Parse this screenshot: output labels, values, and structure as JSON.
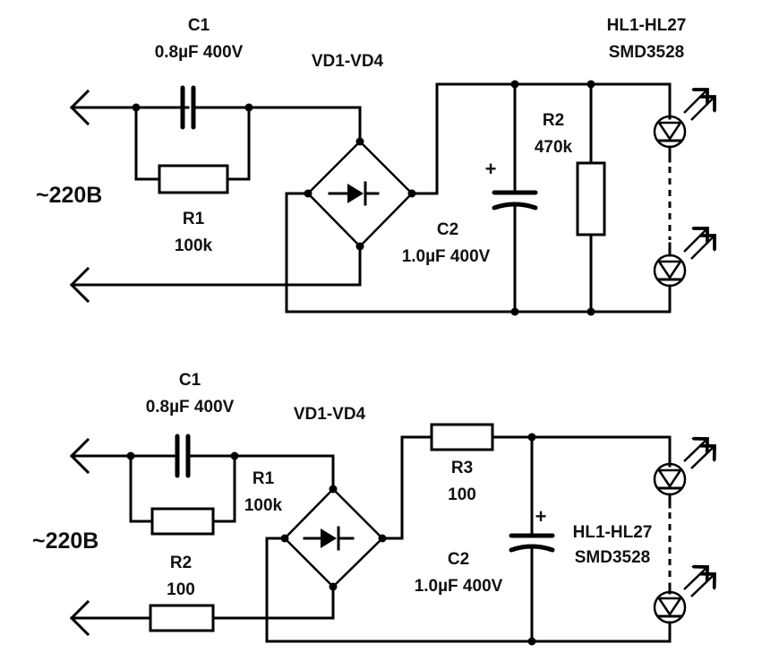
{
  "circuit_top": {
    "c1_name": "C1",
    "c1_value": "0.8µF 400V",
    "bridge_name": "VD1-VD4",
    "r1_name": "R1",
    "r1_value": "100k",
    "source": "~220B",
    "c2_name": "C2",
    "c2_value": "1.0µF 400V",
    "r2_name": "R2",
    "r2_value": "470k",
    "leds_name": "HL1-HL27",
    "leds_type": "SMD3528",
    "polarity": "+"
  },
  "circuit_bottom": {
    "c1_name": "C1",
    "c1_value": "0.8µF 400V",
    "bridge_name": "VD1-VD4",
    "r1_name": "R1",
    "r1_value": "100k",
    "source": "~220B",
    "r2_name": "R2",
    "r2_value": "100",
    "r3_name": "R3",
    "r3_value": "100",
    "c2_name": "C2",
    "c2_value": "1.0µF 400V",
    "leds_name": "HL1-HL27",
    "leds_type": "SMD3528",
    "polarity": "+"
  }
}
